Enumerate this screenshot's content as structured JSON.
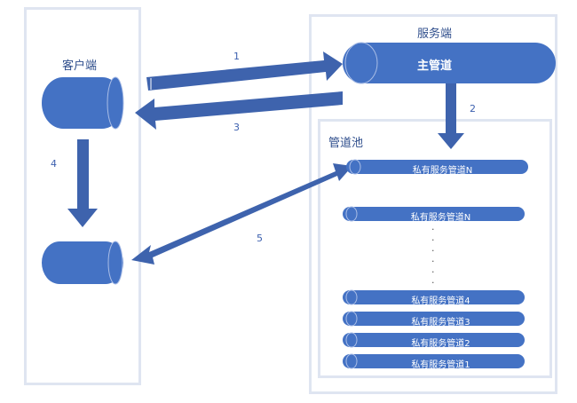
{
  "client": {
    "title": "客户端"
  },
  "server": {
    "title": "服务端",
    "main_pipe": "主管道"
  },
  "pool": {
    "title": "管道池",
    "pipes": [
      "私有服务管道N",
      "私有服务管道N",
      "私有服务管道4",
      "私有服务管道3",
      "私有服务管道2",
      "私有服务管道1"
    ],
    "ellipsis": "·"
  },
  "steps": [
    "1",
    "2",
    "3",
    "4",
    "5"
  ],
  "colors": {
    "pipe": "#4472c4",
    "arrow": "#3e63ad",
    "panel_border": "#dfe5f1",
    "label": "#2f4e8c"
  }
}
